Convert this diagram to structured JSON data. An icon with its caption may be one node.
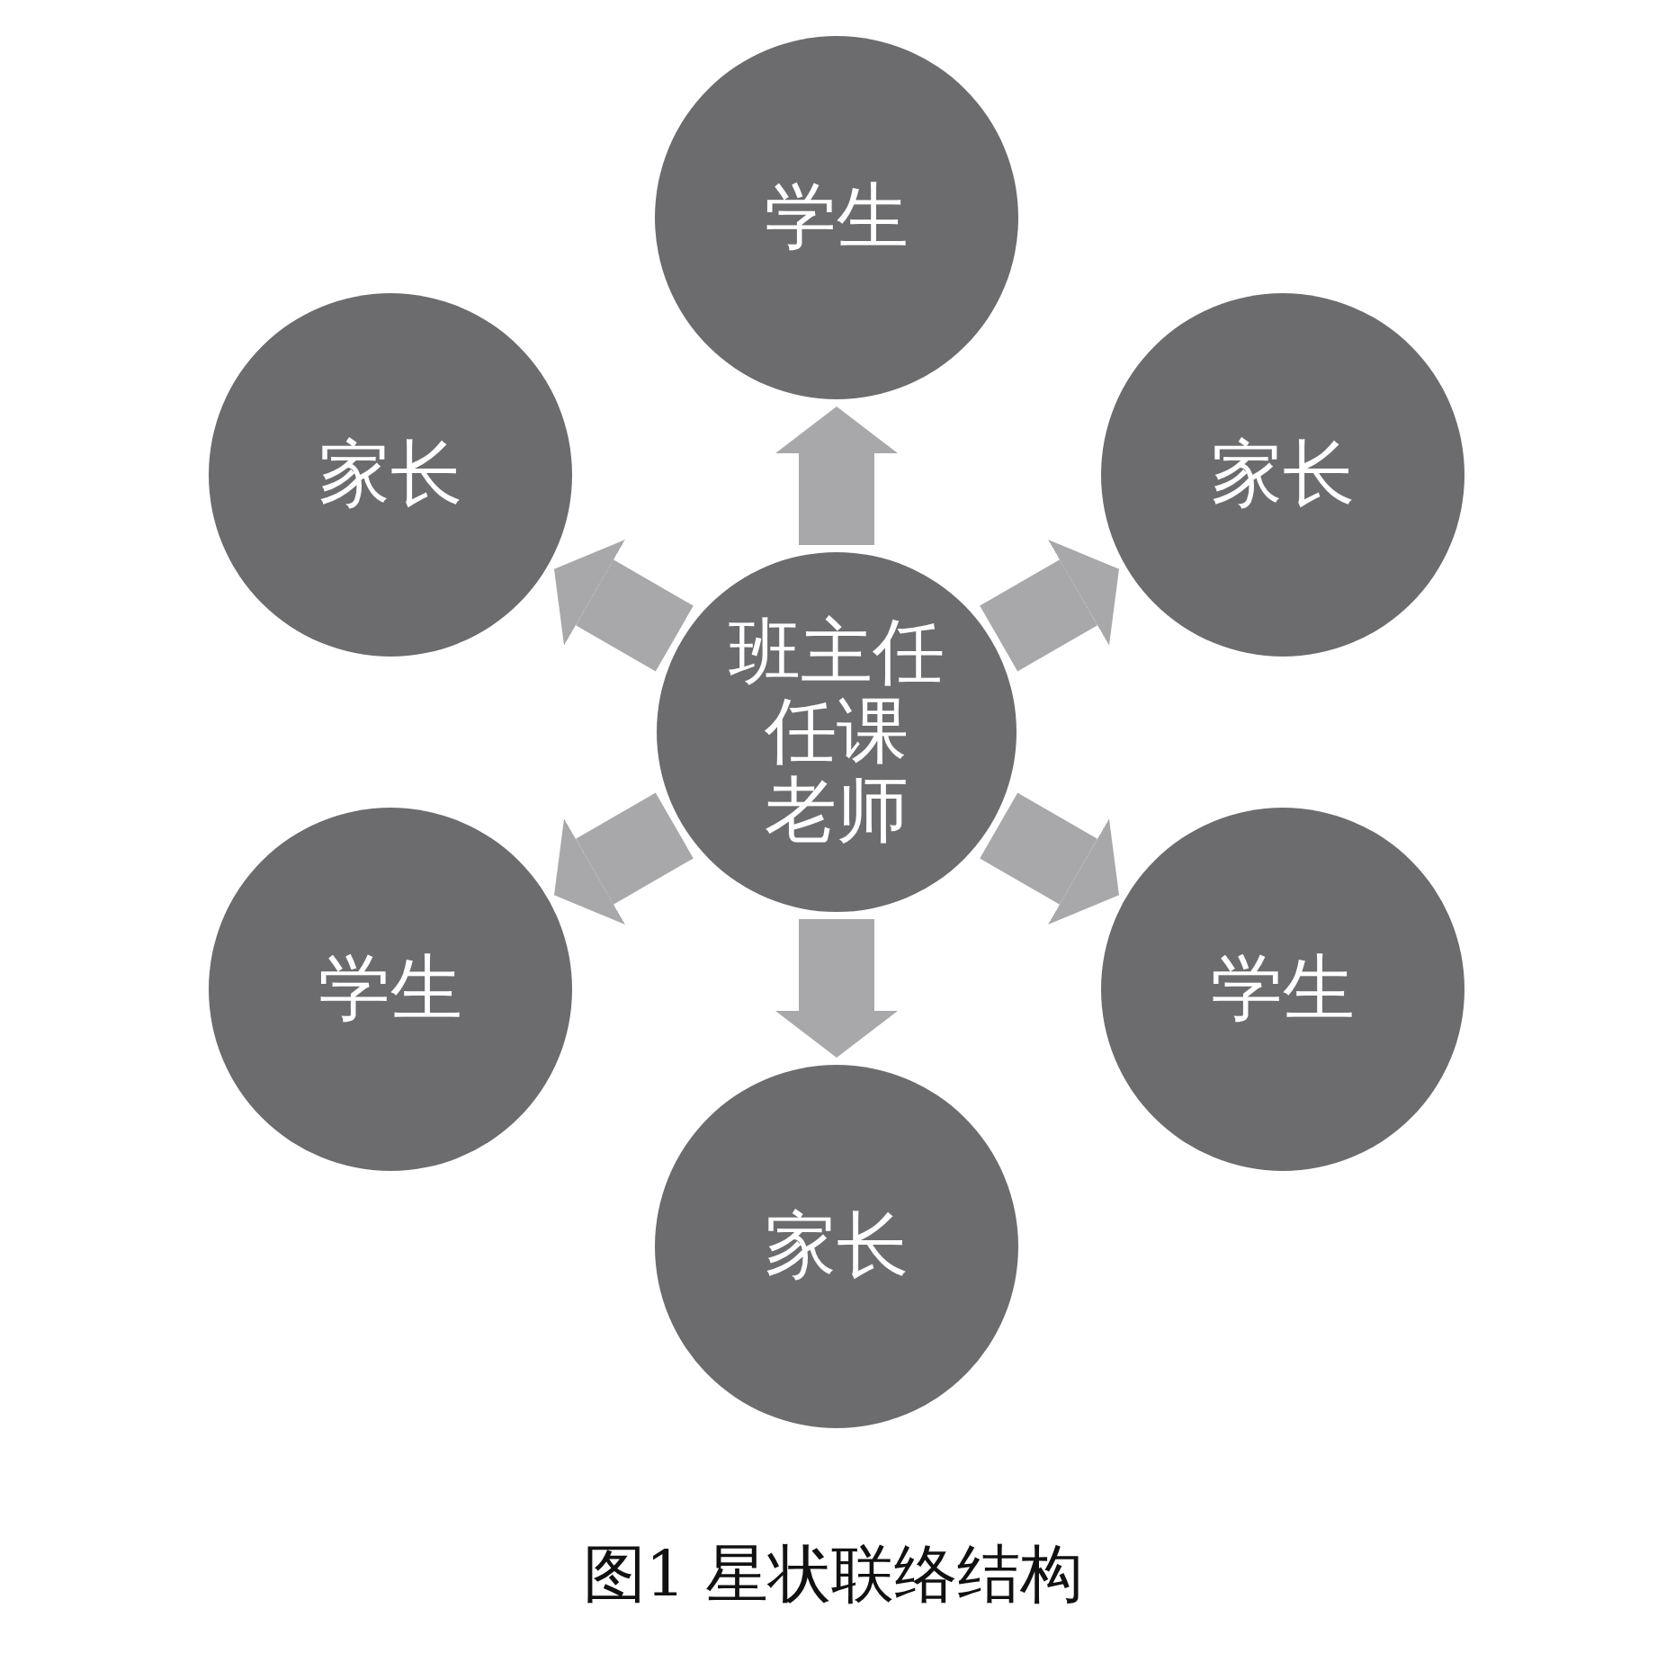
{
  "diagram": {
    "caption": "图1 星状联络结构",
    "nodes": [
      {
        "text": [
          "学生"
        ]
      },
      {
        "text": [
          "家长"
        ]
      },
      {
        "text": [
          "家长"
        ]
      },
      {
        "text": [
          "班主任",
          "任课老师"
        ]
      },
      {
        "text": [
          "学生"
        ]
      },
      {
        "text": [
          "学生"
        ]
      },
      {
        "text": [
          "家长"
        ]
      }
    ],
    "edges": [
      {
        "from": 3,
        "to": 0,
        "arrow": "to"
      },
      {
        "from": 3,
        "to": 2,
        "arrow": "to"
      },
      {
        "from": 3,
        "to": 5,
        "arrow": "to"
      },
      {
        "from": 3,
        "to": 6,
        "arrow": "to"
      },
      {
        "from": 3,
        "to": 4,
        "arrow": "to"
      },
      {
        "from": 3,
        "to": 1,
        "arrow": "to"
      }
    ]
  }
}
